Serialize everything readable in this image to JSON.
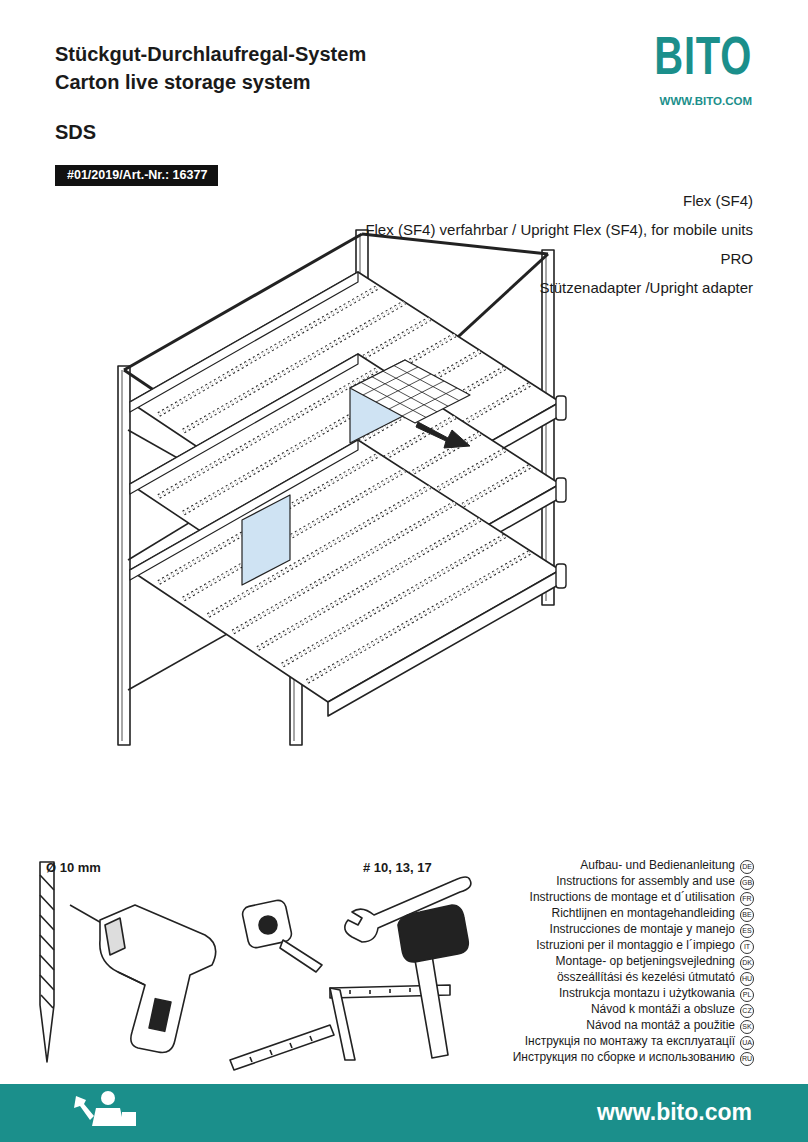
{
  "diagram": {
    "title": "Stückgut-Durchlaufregal-System",
    "nodes": [
      {
        "text": [
          "#01/2019/Art.-Nr.: 16377"
        ]
      },
      {
        "text": [
          "DE"
        ]
      },
      {
        "text": [
          "GB"
        ]
      },
      {
        "text": [
          "FR"
        ]
      },
      {
        "text": [
          "BE"
        ]
      },
      {
        "text": [
          "ES"
        ]
      },
      {
        "text": [
          "IT"
        ]
      },
      {
        "text": [
          "DK"
        ]
      },
      {
        "text": [
          "HU"
        ]
      },
      {
        "text": [
          "PL"
        ]
      },
      {
        "text": [
          "CZ"
        ]
      },
      {
        "text": [
          "SK"
        ]
      },
      {
        "text": [
          "UA"
        ]
      },
      {
        "text": [
          "RU"
        ]
      },
      {
        "text": [
          "www.bito.com"
        ]
      }
    ],
    "labels": [
      "BITO",
      "WWW.BITO.COM",
      "Carton live storage system",
      "SDS",
      "Flex (SF4)",
      "Flex (SF4) verfahrbar / Upright Flex (SF4), for mobile units",
      "PRO",
      "Stützenadapter /Upright adapter",
      "Ø 10 mm",
      "# 10, 13, 17",
      "Aufbau- und Bedienanleitung",
      "Instructions for assembly and use",
      "Instructions de montage et d´utilisation",
      "Richtlijnen en montagehandleiding",
      "Instrucciones de montaje y manejo",
      "Istruzioni per il montaggio e l´impiego",
      "Montage- op betjeningsvejledning",
      "összeállítási és kezelési útmutató",
      "Instrukcja montazu i użytkowania",
      "Návod k montáži a obsluze",
      "Návod na montáž a použitie",
      "Інструкція по монтажу та експлуатації",
      "Инструкция по сборке и использованию"
    ]
  }
}
